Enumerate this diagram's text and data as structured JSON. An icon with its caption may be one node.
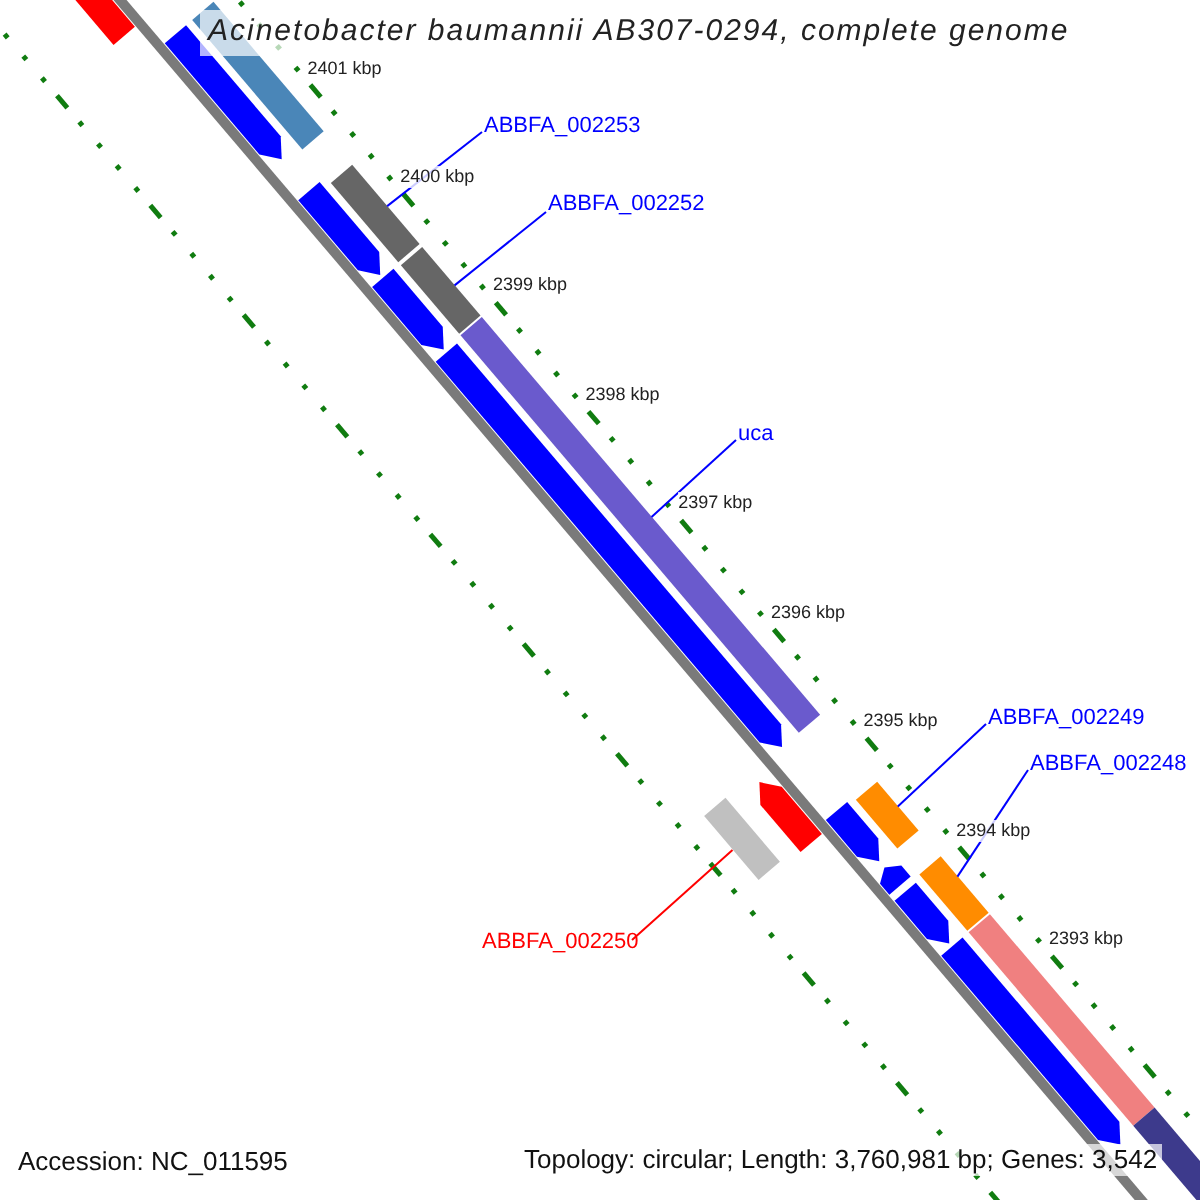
{
  "diagram": {
    "title": "Acinetobacter baumannii AB307-0294, complete genome",
    "nodes": [
      {
        "text": [
          "ABBFA_002253"
        ]
      },
      {
        "text": [
          "ABBFA_002252"
        ]
      },
      {
        "text": [
          "uca"
        ]
      },
      {
        "text": [
          "ABBFA_002249"
        ]
      },
      {
        "text": [
          "ABBFA_002248"
        ]
      },
      {
        "text": [
          "ABBFA_002250"
        ]
      },
      {
        "text": [],
        "shape": "bar"
      },
      {
        "text": [],
        "shape": "bar"
      },
      {
        "text": [],
        "shape": "bar"
      },
      {
        "text": [],
        "shape": "bar"
      },
      {
        "text": [],
        "shape": "bar"
      },
      {
        "text": [],
        "shape": "bar"
      },
      {
        "text": [],
        "shape": "bar"
      },
      {
        "text": [],
        "shape": "bar"
      },
      {
        "text": [],
        "shape": "bar"
      },
      {
        "text": [],
        "shape": "bar"
      },
      {
        "text": [],
        "shape": "bar"
      },
      {
        "text": [],
        "shape": "bar"
      },
      {
        "text": [],
        "shape": "bar"
      },
      {
        "text": [],
        "shape": "bar"
      },
      {
        "text": [],
        "shape": "bar"
      },
      {
        "text": [],
        "shape": "bar"
      },
      {
        "text": [],
        "shape": "bar"
      },
      {
        "text": [],
        "shape": "bar"
      },
      {
        "text": [],
        "shape": "bar"
      }
    ],
    "edges": [
      {
        "from": 0,
        "to": 10,
        "arrow": "none"
      },
      {
        "from": 1,
        "to": 12,
        "arrow": "none"
      },
      {
        "from": 2,
        "to": 14,
        "arrow": "none"
      },
      {
        "from": 3,
        "to": 18,
        "arrow": "none"
      },
      {
        "from": 4,
        "to": 21,
        "arrow": "none"
      },
      {
        "from": 5,
        "to": 15,
        "arrow": "none",
        "color": "#ff0000"
      }
    ],
    "labels": [
      "2401 kbp",
      "2400 kbp",
      "2399 kbp",
      "2398 kbp",
      "2397 kbp",
      "2396 kbp",
      "2395 kbp",
      "2394 kbp",
      "2393 kbp",
      "Accession: NC_011595",
      "Topology: circular; Length: 3,760,981 bp; Genes: 3,542"
    ]
  }
}
